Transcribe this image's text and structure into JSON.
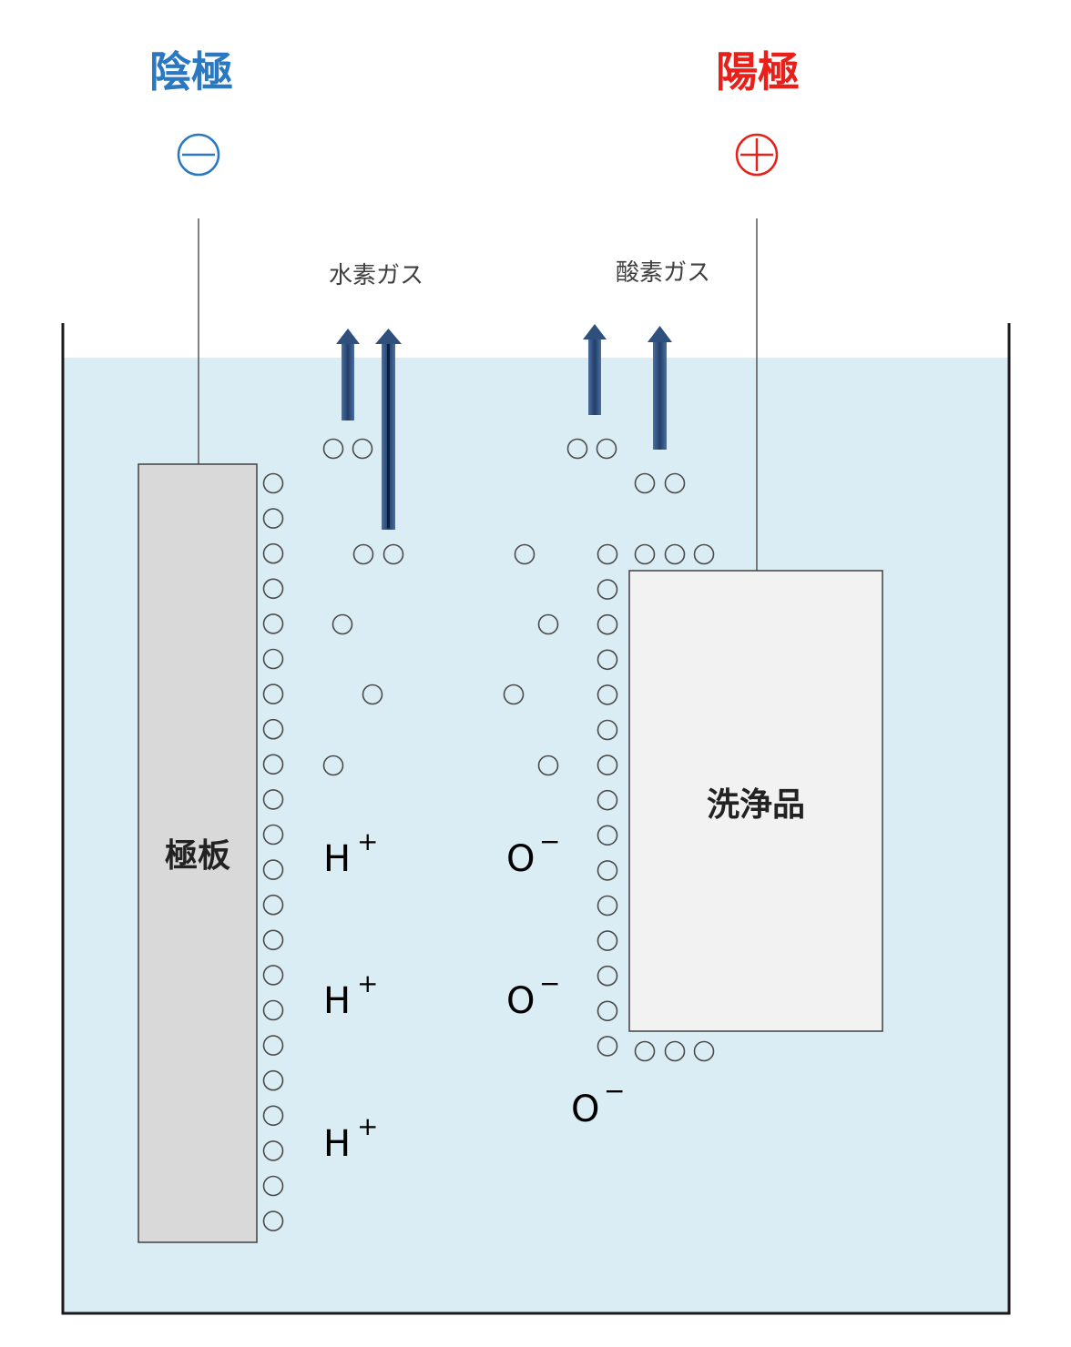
{
  "title": "",
  "cathode": {
    "label": "陰極",
    "sign_symbol": "⊖",
    "color": "#2a78c2",
    "plate_label": "極板"
  },
  "anode": {
    "label": "陽極",
    "sign_symbol": "⊕",
    "color": "#e8201a",
    "plate_label": "洗浄品"
  },
  "gases": {
    "hydrogen": "水素ガス",
    "oxygen": "酸素ガス"
  },
  "ions": {
    "h": {
      "symbol": "H",
      "charge": "+"
    },
    "o": {
      "symbol": "O",
      "charge": "−"
    }
  },
  "colors": {
    "electrolyte": "#dbedf4",
    "cathode_plate": "#d9d9d9",
    "anode_plate": "#f2f2f2",
    "arrow": "#2f4f7c",
    "outline": "#404040"
  }
}
